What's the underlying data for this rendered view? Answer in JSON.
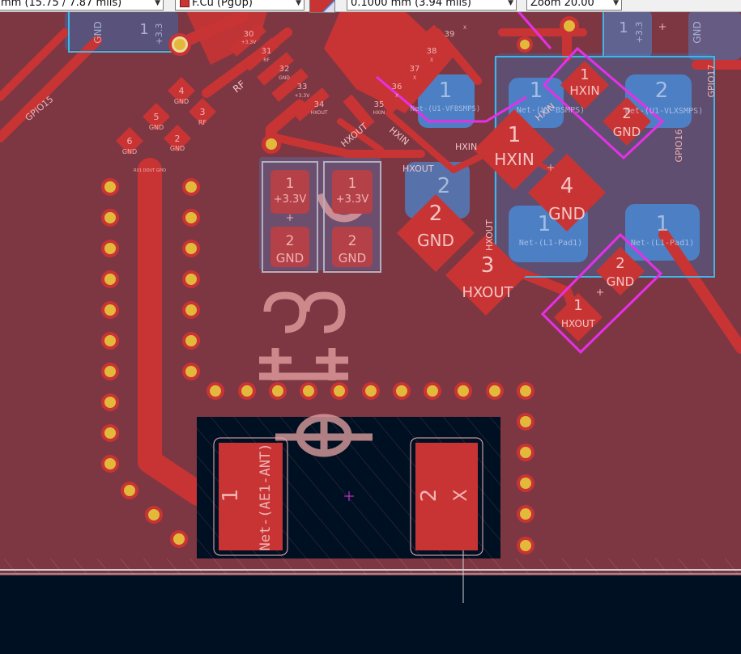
{
  "toolbar": {
    "grid_label": "mm (15.75 / 7.87 mils)",
    "layer_label": "F.Cu (PgUp)",
    "track_width_label": "0.1000 mm (3.94 mils)",
    "zoom_label": "Zoom 20.00"
  },
  "colors": {
    "board": "#7d3743",
    "copper": "#c83434",
    "back_copper": "#4d7fc4",
    "highlight": "#e530e8",
    "silkscreen": "#f0b4b4",
    "pad_hole": "#e2b93a",
    "background": "#001023"
  },
  "pcb": {
    "pads": {
      "p30": "30",
      "p30n": "+3.3V",
      "p31": "31",
      "p31n": "RF",
      "p32": "32",
      "p32n": "GND",
      "p33": "33",
      "p33n": "+3.3V",
      "p34": "34",
      "p34n": "HXOUT",
      "p35": "35",
      "p35n": "HXIN",
      "p36": "36",
      "p36n": "X",
      "p37": "37",
      "p37n": "X",
      "p38": "38",
      "p38n": "X",
      "p39": "39",
      "p39n": "X",
      "p4": "4",
      "p4n": "GND",
      "p3": "3",
      "p3n": "RF",
      "p5": "5",
      "p5n": "GND",
      "p2": "2",
      "p2n": "GND",
      "p6": "6",
      "p6n": "GND",
      "top1": "1",
      "top1n": "+3.3",
      "topgnd": "GND",
      "top1r": "1",
      "top1rn": "+3.3",
      "topgndr": "GND",
      "u_vfb1": "1",
      "u_vfbn": "Net-(U1-VFBSMPS)",
      "u_bsm1": "1",
      "u_bsmn": "Net-(U1-BSMPS)",
      "u_vlx2": "2",
      "u_vlxn": "Net-(U1-VLXSMPS)",
      "y1_1": "1",
      "y1_1n": "HXIN",
      "y1_2": "2",
      "y1_2n": "GND",
      "y1_4": "4",
      "y1_4n": "GND",
      "y1_3": "3",
      "y1_3n": "HXOUT",
      "y2_1": "1",
      "y2_1n": "HXIN",
      "y2_2": "2",
      "y2_2n": "GND",
      "y2_3": "2",
      "y2_3n": "GND",
      "y2_4": "1",
      "y2_4n": "HXOUT",
      "c1a": "1",
      "c1an": "+3.3V",
      "c1b": "2",
      "c1bn": "GND",
      "c2a": "1",
      "c2an": "+3.3V",
      "c2b": "2",
      "c2bn": "GND",
      "l1a": "1",
      "l1b": "1",
      "l1n": "Net-(L1-Pad1)",
      "ant1": "1",
      "ant1n": "Net-(AE1-ANT)",
      "ant2": "2",
      "ant2n": "X",
      "mid2": "2"
    },
    "tracks": {
      "hxin_a": "HXIN",
      "hxin_b": "HXIN",
      "hxin_c": "HXIN",
      "hxout_a": "HXOUT",
      "hxout_b": "HXOUT",
      "hxout_c": "HXOUT"
    },
    "edge_labels": {
      "gpio15": "GPIO15",
      "gpio16": "GPIO16",
      "gpio17": "GPIO17",
      "gnd_top_left": "GND",
      "gnd_right": "GND",
      "p33_top": "+3.3"
    },
    "tiny_ref": "RX1 DOUT GPIO"
  }
}
